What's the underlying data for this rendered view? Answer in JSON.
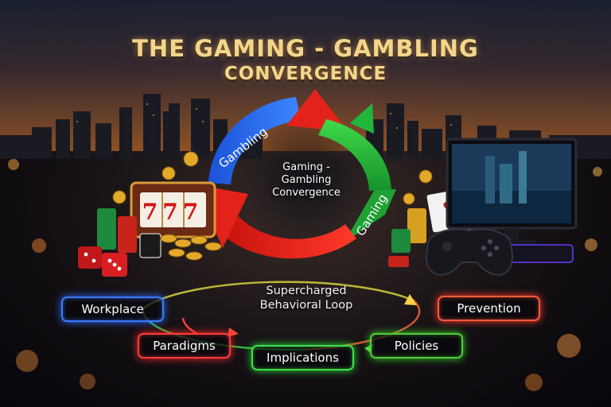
{
  "title": {
    "line1": "THE GAMING - GAMBLING",
    "line2": "CONVERGENCE"
  },
  "cycle": {
    "arrow_labels": {
      "gambling": "Gambling",
      "gaming": "Gaming"
    },
    "center_line1": "Gaming -",
    "center_line2": "Gambling",
    "center_line3": "Convergence",
    "colors": {
      "blue": "#2f6df0",
      "green": "#22b53c",
      "red": "#e3221c"
    }
  },
  "loop": {
    "line1": "Supercharged",
    "line2": "Behavioral Loop"
  },
  "pills": {
    "workplace": "Workplace",
    "paradigms": "Paradigms",
    "implications": "Implications",
    "policies": "Policies",
    "prevention": "Prevention"
  },
  "slot_machine": {
    "reels": "777"
  },
  "icons": [
    "slot-machine-icon",
    "dice-icon",
    "poker-chips-icon",
    "gold-coins-icon",
    "playing-cards-icon",
    "game-controller-icon",
    "monitor-icon"
  ]
}
